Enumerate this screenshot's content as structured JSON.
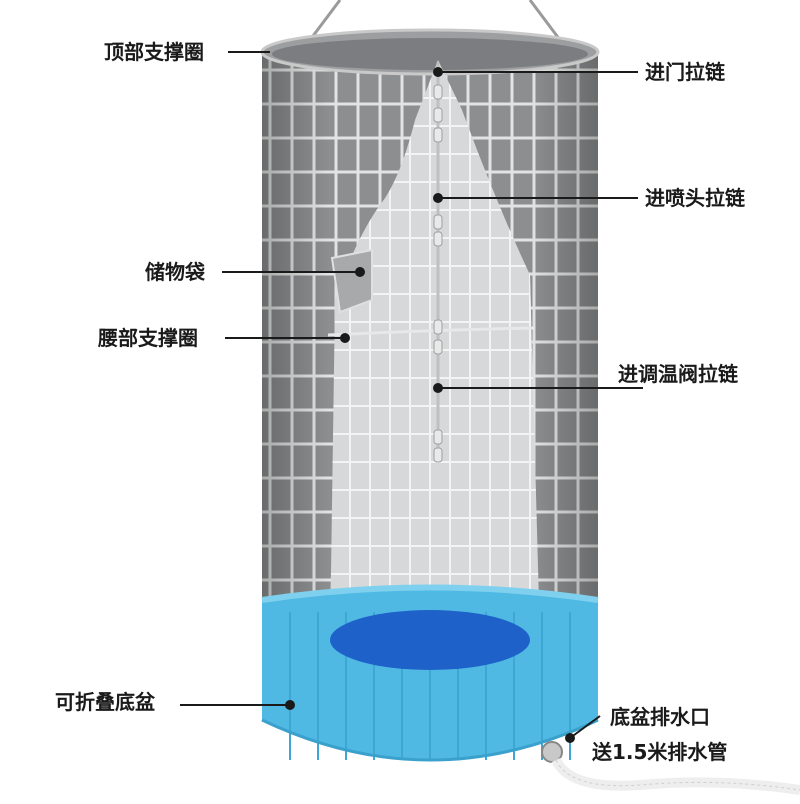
{
  "labels": {
    "top_ring": "顶部支撑圈",
    "door_zipper": "进门拉链",
    "shower_zipper": "进喷头拉链",
    "storage_bag": "储物袋",
    "waist_ring": "腰部支撑圈",
    "valve_zipper": "进调温阀拉链",
    "folding_basin": "可折叠底盆",
    "drain_outlet": "底盆排水口",
    "drain_pipe_note": "送1.5米排水管"
  },
  "colors": {
    "curtain_gray": "#8c8e90",
    "grid_white": "#f2f2f2",
    "inner_panel": "#d6d8da",
    "basin_cyan": "#4fb9e3",
    "basin_floor": "#1e62c9",
    "leader_line": "#1a1a1a"
  }
}
